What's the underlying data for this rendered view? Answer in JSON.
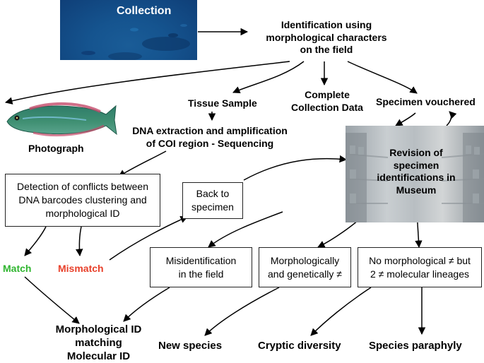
{
  "nodes": {
    "collection": "Collection",
    "identification": [
      "Identification using",
      "morphological characters",
      "on the field"
    ],
    "tissue_sample": "Tissue Sample",
    "complete_data": [
      "Complete",
      "Collection Data"
    ],
    "specimen_vouchered": "Specimen vouchered",
    "photograph": "Photograph",
    "dna_extraction": [
      "DNA extraction and amplification",
      "of COI region - Sequencing"
    ],
    "revision": [
      "Revision of",
      "specimen",
      "identifications in",
      "Museum"
    ],
    "detection": [
      "Detection of conflicts between",
      "DNA barcodes clustering and",
      "morphological ID"
    ],
    "back_to_specimen": [
      "Back to",
      "specimen"
    ],
    "match": "Match",
    "mismatch": "Mismatch",
    "misidentification": [
      "Misidentification",
      "in the field"
    ],
    "morph_genetic": [
      "Morphologically",
      "and genetically ≠"
    ],
    "no_morph": [
      "No morphological ≠ but",
      "2 ≠ molecular lineages"
    ],
    "morph_matching": [
      "Morphological ID",
      "matching",
      "Molecular ID"
    ],
    "new_species": "New species",
    "cryptic_diversity": "Cryptic diversity",
    "species_paraphyly": "Species paraphyly"
  },
  "colors": {
    "match": "#2fb52f",
    "mismatch": "#e8402a",
    "collection_text": "#ffffff"
  }
}
